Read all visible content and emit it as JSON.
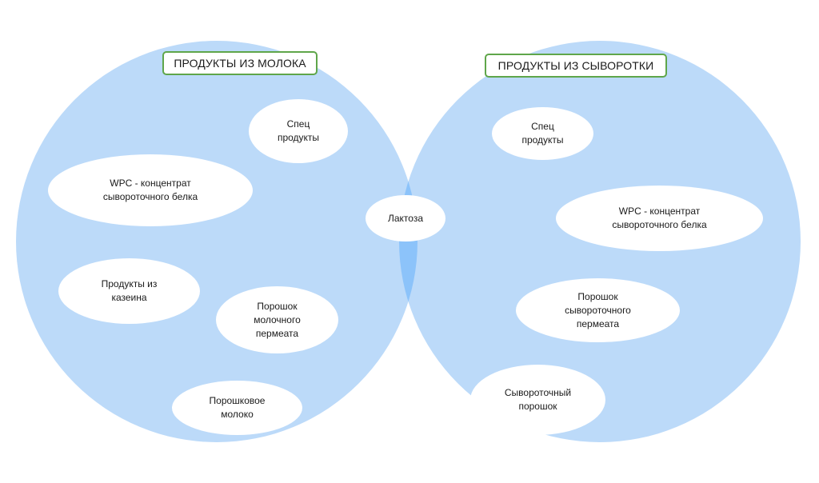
{
  "colors": {
    "circle_fill": "#bcdaf9",
    "overlap_fill": "#8cc3fa",
    "label_border": "#5fa64a",
    "oval_fill": "#ffffff",
    "text": "#1a1a1a"
  },
  "left_set": {
    "title": "ПРОДУКТЫ ИЗ МОЛОКА",
    "items": [
      "Спец\nпродукты",
      "WPC - концентрат\nсывороточного белка",
      "Продукты из\nказеина",
      "Порошок\nмолочного\nпермеата",
      "Порошковое\nмолоко"
    ]
  },
  "intersection": {
    "items": [
      "Лактоза"
    ]
  },
  "right_set": {
    "title": "ПРОДУКТЫ ИЗ СЫВОРОТКИ",
    "items": [
      "Спец\nпродукты",
      "WPC - концентрат\nсывороточного белка",
      "Порошок\nсывороточного\nпермеата",
      "Сывороточный\nпорошок"
    ]
  }
}
